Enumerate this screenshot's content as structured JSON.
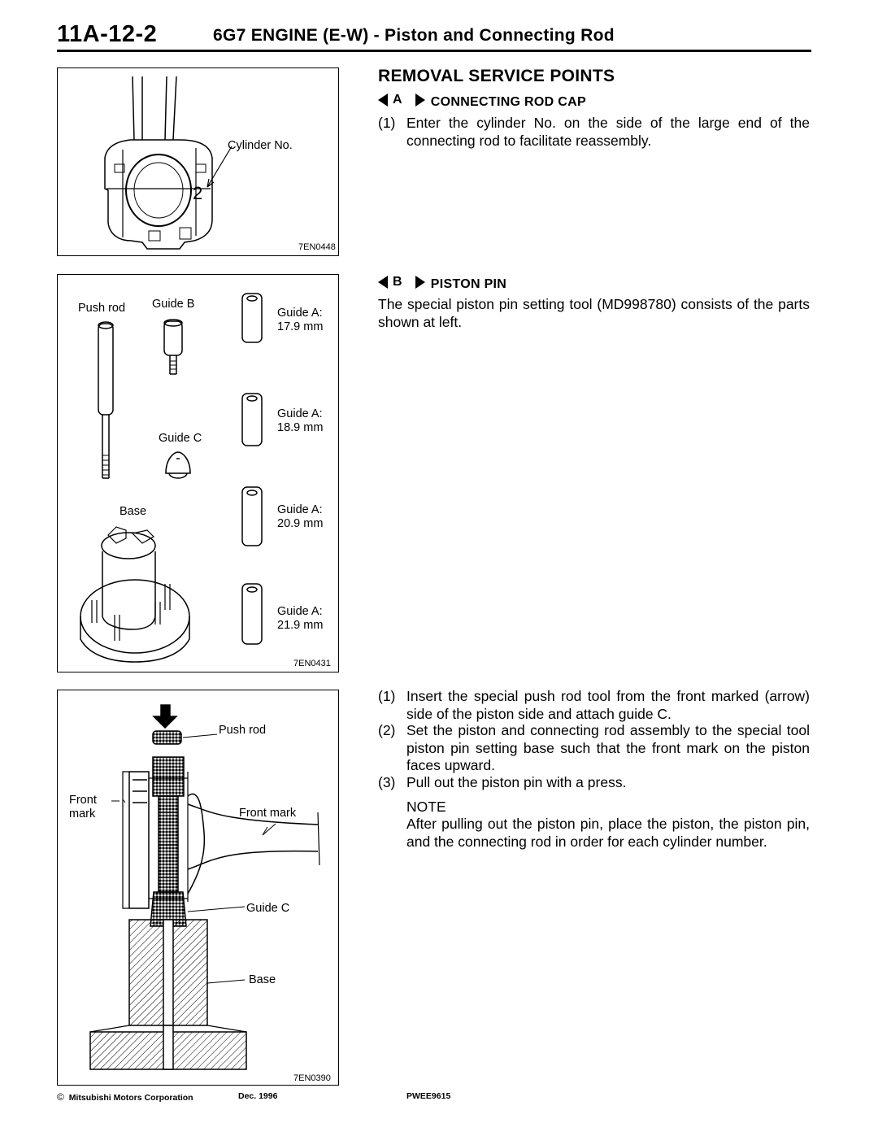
{
  "header": {
    "page_number": "11A-12-2",
    "title": "6G7 ENGINE (E-W)  -  Piston and Connecting Rod"
  },
  "section": {
    "title": "REMOVAL SERVICE POINTS",
    "a": {
      "tag": "A",
      "title": "CONNECTING ROD CAP",
      "items": [
        {
          "n": "(1)",
          "text": "Enter the cylinder No. on the side of the large end of the connecting rod to facilitate reassembly."
        }
      ]
    },
    "b": {
      "tag": "B",
      "title": "PISTON PIN",
      "intro": "The special piston pin setting tool (MD998780) consists of the parts shown at left.",
      "items": [
        {
          "n": "(1)",
          "text": "Insert the special push rod tool from the front marked (arrow) side of the piston side and attach guide C."
        },
        {
          "n": "(2)",
          "text": "Set the piston and connecting rod assembly to the special tool piston pin setting base such that the front mark on the piston faces upward."
        },
        {
          "n": "(3)",
          "text": "Pull out the piston pin with a press."
        }
      ],
      "note_label": "NOTE",
      "note_text": "After pulling out the piston pin, place the piston, the piston pin, and the connecting rod in order for each cylinder number."
    }
  },
  "figures": {
    "fig1": {
      "label_cyl": "Cylinder No.",
      "cyl_mark": "2",
      "code": "7EN0448"
    },
    "fig2": {
      "push_rod": "Push rod",
      "guide_b": "Guide B",
      "guide_c": "Guide C",
      "base": "Base",
      "guides": [
        {
          "name": "Guide A:",
          "size": "17.9 mm"
        },
        {
          "name": "Guide A:",
          "size": "18.9 mm"
        },
        {
          "name": "Guide A:",
          "size": "20.9 mm"
        },
        {
          "name": "Guide A:",
          "size": "21.9 mm"
        }
      ],
      "code": "7EN0431"
    },
    "fig3": {
      "push_rod": "Push rod",
      "front": "Front",
      "mark": "mark",
      "front_mark": "Front mark",
      "guide_c": "Guide C",
      "base": "Base",
      "code": "7EN0390"
    }
  },
  "footer": {
    "copyright_symbol": "©",
    "company": "Mitsubishi Motors Corporation",
    "date": "Dec. 1996",
    "doc_code": "PWEE9615"
  }
}
